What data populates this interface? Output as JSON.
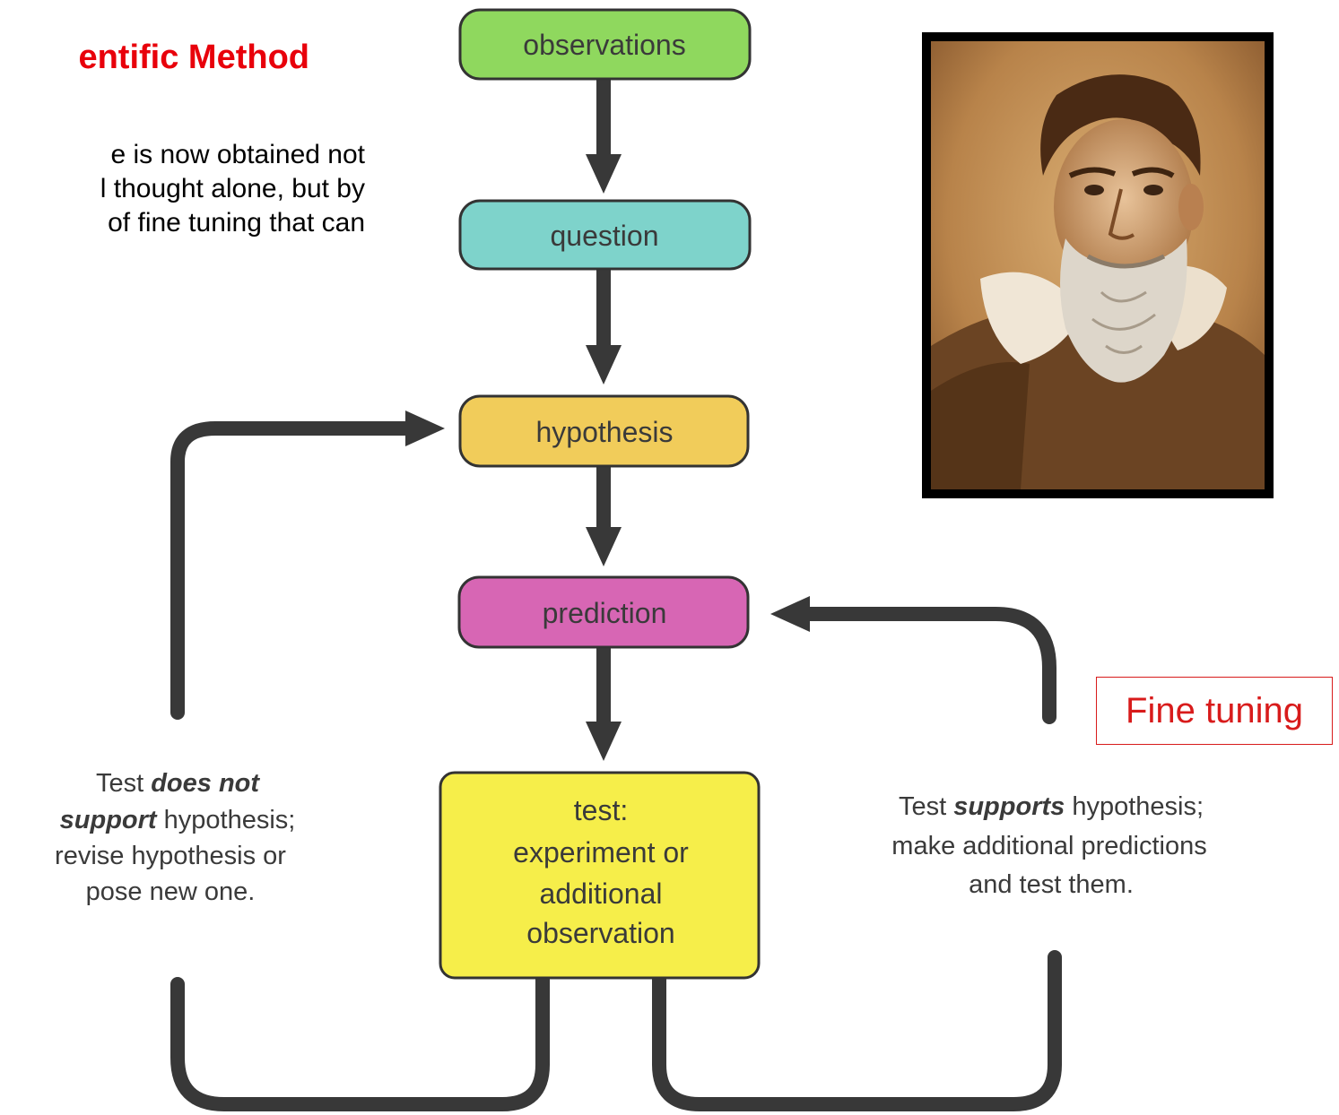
{
  "slide": {
    "title": "entific Method",
    "title_color": "#e8000b",
    "body_lines": [
      "e is now obtained not",
      "l thought alone, but by",
      " of fine tuning that can"
    ]
  },
  "flowchart": {
    "nodes": {
      "observations": {
        "label": "observations",
        "color": "#8fd85e"
      },
      "question": {
        "label": "question",
        "color": "#7ed3cb"
      },
      "hypothesis": {
        "label": "hypothesis",
        "color": "#f1cc5a"
      },
      "prediction": {
        "label": "prediction",
        "color": "#d766b4"
      },
      "test": {
        "color": "#f6ee4a",
        "lines": [
          "test:",
          "experiment or",
          "additional",
          "observation"
        ]
      }
    },
    "left_caption": {
      "line1_a": "Test ",
      "line1_em": "does not",
      "line2_em": "support",
      "line2_b": " hypothesis;",
      "line3": "revise hypothesis or",
      "line4": "pose new one."
    },
    "right_caption": {
      "line1_a": "Test ",
      "line1_em": "supports",
      "line1_b": " hypothesis;",
      "line2": "make additional predictions",
      "line3": "and test them."
    },
    "arrow_color": "#383838",
    "outline_color": "#333333"
  },
  "portrait": {
    "icon": "galileo-portrait",
    "frame_color": "#000000"
  },
  "callout": {
    "label": "Fine tuning",
    "color": "#d81b1b"
  }
}
